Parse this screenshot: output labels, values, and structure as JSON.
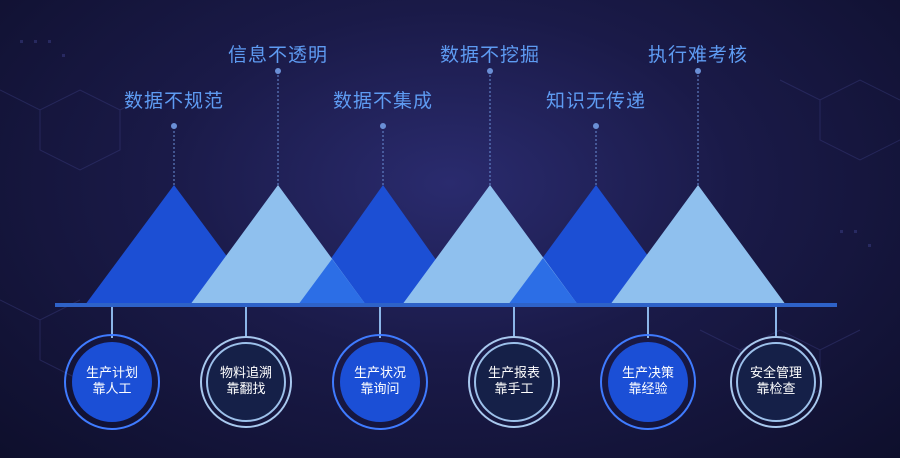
{
  "top_labels": [
    "数据不规范",
    "信息不透明",
    "数据不集成",
    "数据不挖掘",
    "知识无传递",
    "执行难考核"
  ],
  "circles": [
    {
      "line1": "生产计划",
      "line2": "靠人工",
      "style": "dark"
    },
    {
      "line1": "物料追溯",
      "line2": "靠翻找",
      "style": "light"
    },
    {
      "line1": "生产状况",
      "line2": "靠询问",
      "style": "dark"
    },
    {
      "line1": "生产报表",
      "line2": "靠手工",
      "style": "light"
    },
    {
      "line1": "生产决策",
      "line2": "靠经验",
      "style": "dark"
    },
    {
      "line1": "安全管理",
      "line2": "靠检查",
      "style": "light"
    }
  ],
  "colors": {
    "dark_triangle": "#1c4fd4",
    "light_triangle": "#8fc0ee",
    "overlap_blue": "#2c6ee6",
    "baseline": "#2e62c8",
    "label_text": "#5e9bf2"
  }
}
